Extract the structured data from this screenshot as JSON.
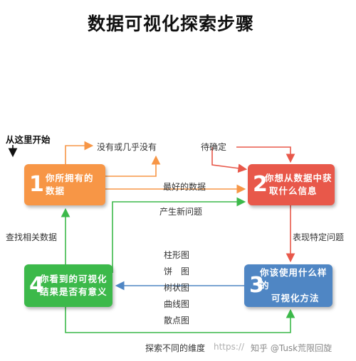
{
  "title": "数据可视化探索步骤",
  "start_label": "从这里开始",
  "boxes": {
    "b1": {
      "number": "1",
      "line1": "你所拥有的",
      "line2": "数据",
      "color": "#f79646"
    },
    "b2": {
      "number": "2",
      "line1": "你想从数据中获",
      "line2": "取什么信息",
      "color": "#e8584a"
    },
    "b3": {
      "number": "3",
      "line1": "你该使用什么样的",
      "line2": "可视化方法",
      "color": "#4f86c4"
    },
    "b4": {
      "number": "4",
      "line1": "你看到的可视化",
      "line2": "结果是否有意义",
      "color": "#3cb94a"
    }
  },
  "edges": {
    "none": "没有或几乎没有",
    "tbd": "待确定",
    "best_data": "最好的数据",
    "new_question": "产生新问题",
    "specific_question": "表现特定问题",
    "find_related": "查找相关数据",
    "different_dims": "探索不同的维度"
  },
  "chart_types": [
    "柱形图",
    "饼　图",
    "树状图",
    "曲线图",
    "散点图"
  ],
  "watermark": {
    "left": "https://",
    "right": "知乎 @Tusk荒限回旋"
  }
}
